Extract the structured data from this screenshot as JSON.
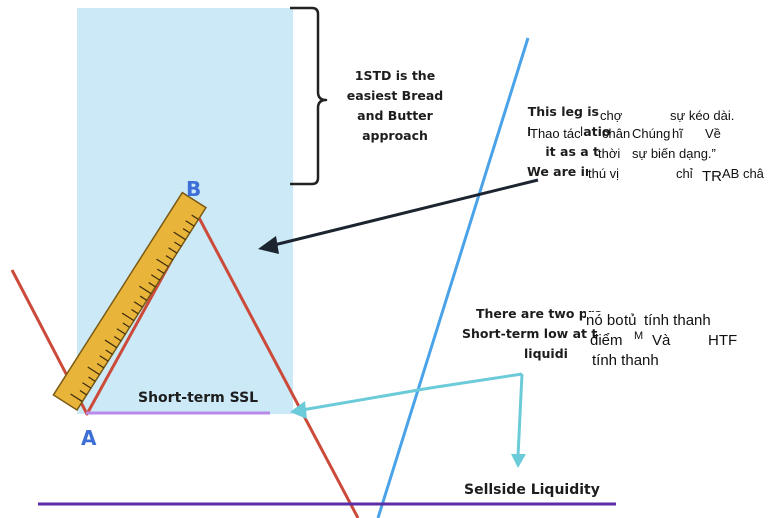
{
  "colors": {
    "shaded_box": "#cbe9f7",
    "red_line": "#cc4a3a",
    "blue_line": "#4aa3e8",
    "purple": "#5a2ea6",
    "violet": "#b98be8",
    "ruler": "#e9b43a",
    "arrow_dark": "#1c2430",
    "arrow_cyan": "#6ccbd8",
    "point_label": "#3d6fd6"
  },
  "icons": {
    "ruler": "ruler-icon",
    "brace": "right-brace-icon"
  },
  "labels": {
    "point_a": "A",
    "point_b": "B",
    "std_note": [
      "1STD is the",
      "easiest Bread",
      "and Butter",
      "approach"
    ],
    "leg_note": [
      "This leg is",
      "Manipulatio",
      "it as a t",
      "We are into"
    ],
    "leg_overlay": [
      "chợ",
      "sự kéo dài.",
      "Thao tác",
      "chân",
      "Chúng",
      "hĩ",
      "Về",
      "thời",
      "sự biến dạng.”",
      "thú vị",
      "chỉ",
      "TR",
      "AB châ"
    ],
    "two_note": [
      "There are two pro",
      "Short-term low at t",
      "liquidi"
    ],
    "two_overlay": [
      "nó bo",
      "tủ",
      "tính thanh",
      "điểm",
      "M",
      "Và",
      "HTF",
      "tính thanh"
    ],
    "short_term_ssl": "Short-term SSL",
    "sellside_liquidity": "Sellside Liquidity"
  }
}
